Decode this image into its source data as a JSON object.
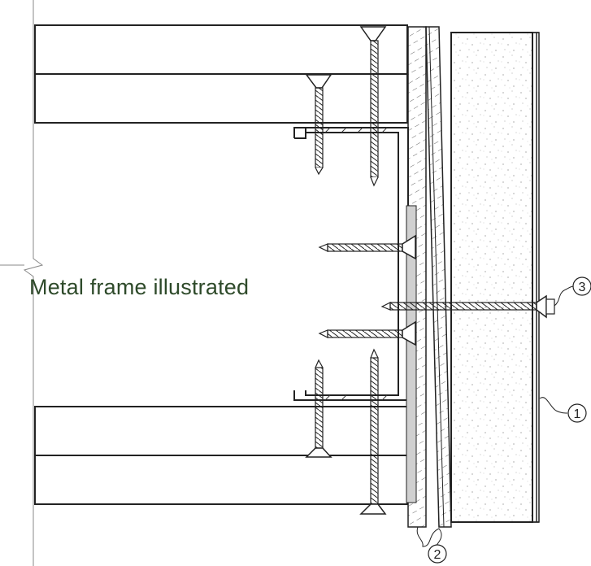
{
  "annotation": "Metal frame illustrated",
  "callouts": [
    {
      "number": "1"
    },
    {
      "number": "2"
    },
    {
      "number": "3"
    }
  ],
  "colors": {
    "line": "#222222",
    "annotation_text": "#2e4a2a",
    "shim_fill": "#d0d0d0"
  }
}
